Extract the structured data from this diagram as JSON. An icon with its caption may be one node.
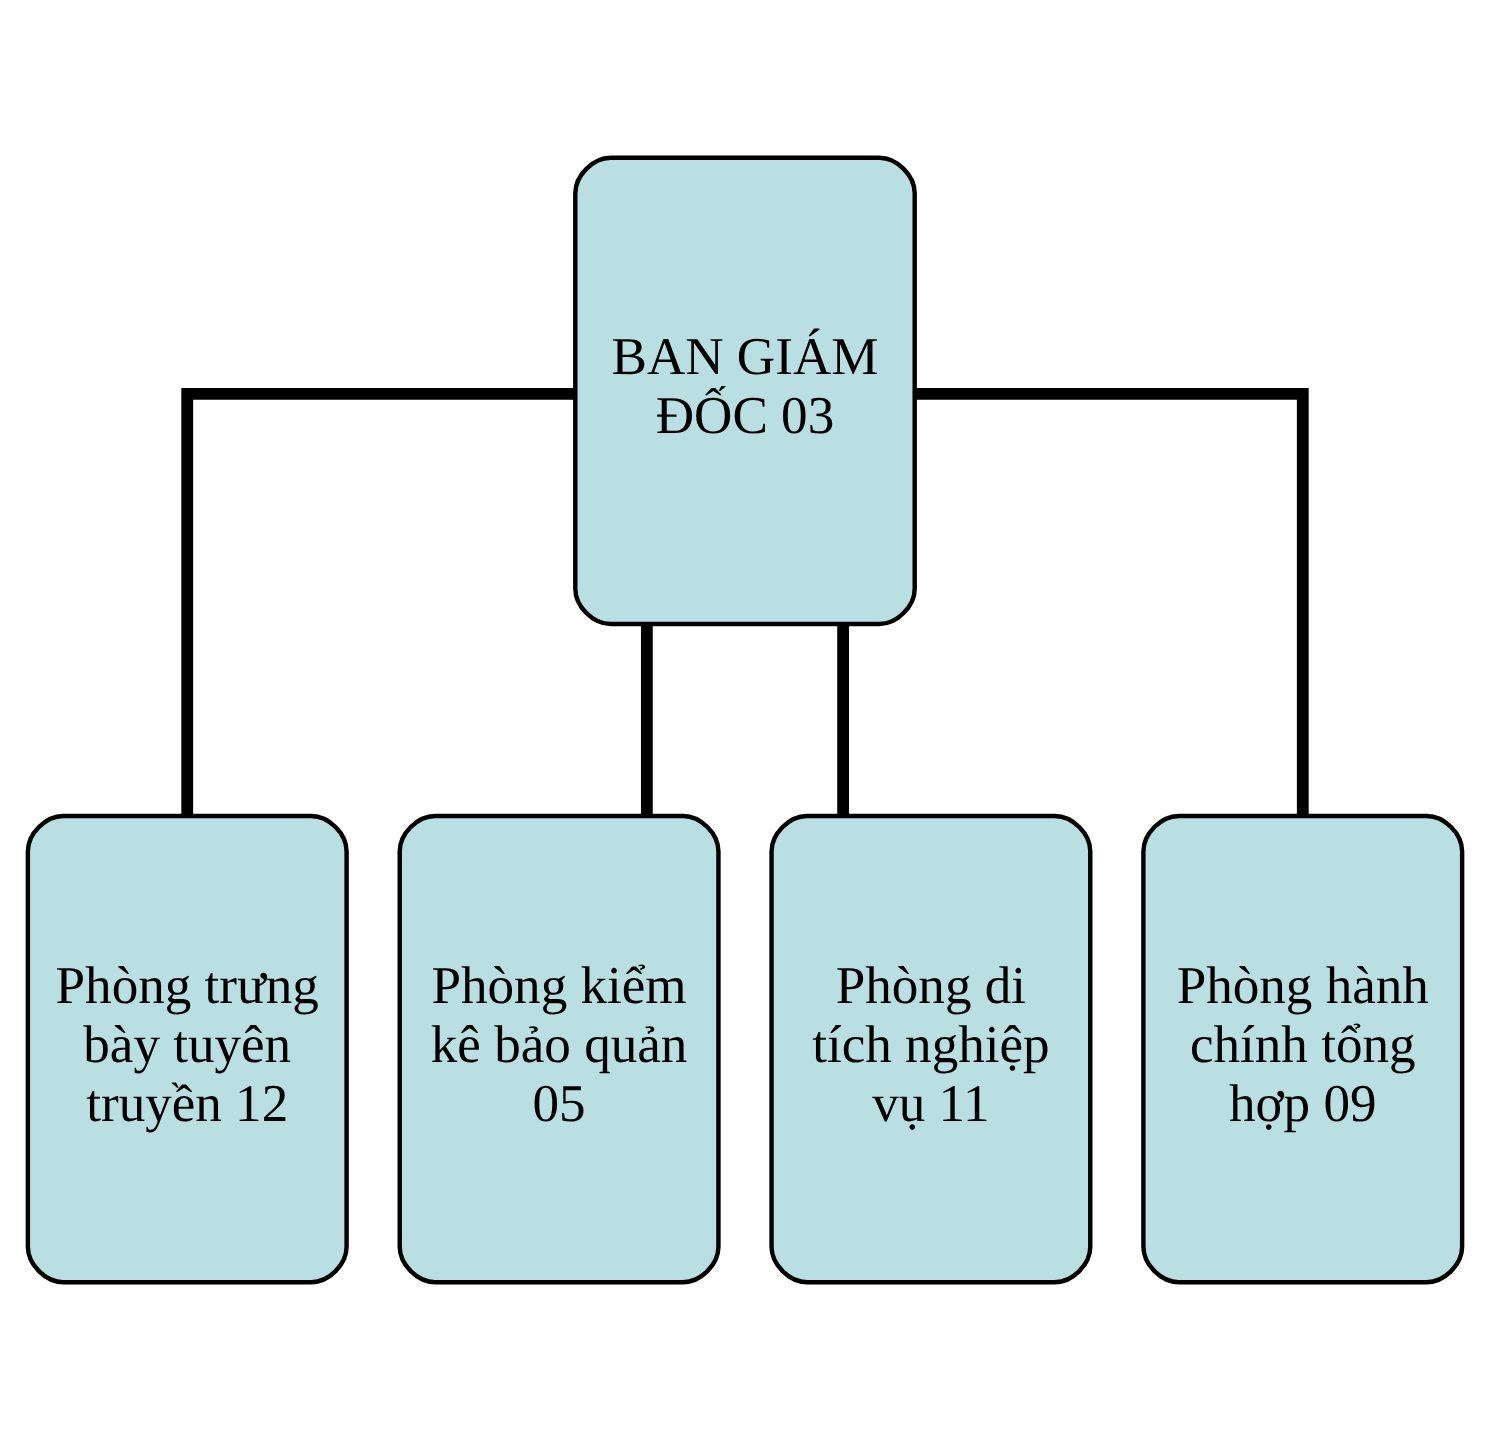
{
  "diagram": {
    "nodes": [
      {
        "text": [
          "BAN GIÁM ĐỐC 03"
        ]
      },
      {
        "text": [
          "Phòng trưng bày tuyên truyền 12"
        ]
      },
      {
        "text": [
          "Phòng kiểm kê bảo quản 05"
        ]
      },
      {
        "text": [
          "Phòng di tích nghiệp vụ 11"
        ]
      },
      {
        "text": [
          "Phòng hành chính tổng hợp 09"
        ]
      }
    ],
    "edges": [
      {
        "from": 0,
        "to": 1,
        "arrow": "none"
      },
      {
        "from": 0,
        "to": 2,
        "arrow": "none"
      },
      {
        "from": 0,
        "to": 3,
        "arrow": "none"
      },
      {
        "from": 0,
        "to": 4,
        "arrow": "none"
      }
    ]
  }
}
